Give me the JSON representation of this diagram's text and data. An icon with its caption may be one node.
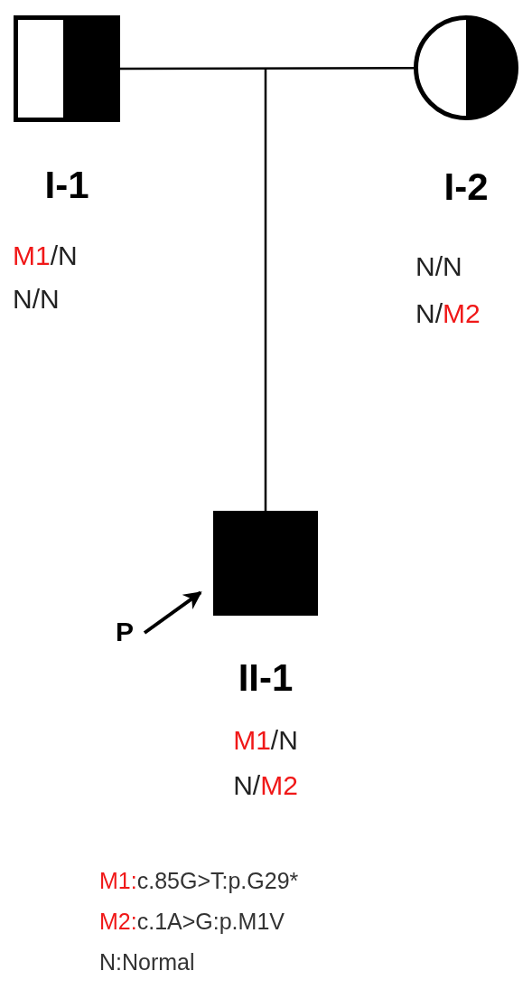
{
  "diagram": {
    "nodes": [
      {
        "text": [
          "I-1",
          "M1/N",
          "N/N"
        ]
      },
      {
        "text": [
          "I-2",
          "N/N",
          "N/M2"
        ]
      },
      {
        "text": [
          "II-1",
          "M1/N",
          "N/M2"
        ]
      },
      {
        "text": [
          "P"
        ]
      }
    ],
    "edges": [
      {
        "from": 0,
        "to": 1,
        "arrow": "none"
      },
      {
        "from": null,
        "to": 2,
        "arrow": "none"
      },
      {
        "from": 3,
        "to": 2,
        "arrow": "to"
      }
    ],
    "labels": [
      "M1:c.85G>T:p.G29*",
      "M2:c.1A>G:p.M1V",
      "N:Normal"
    ]
  }
}
